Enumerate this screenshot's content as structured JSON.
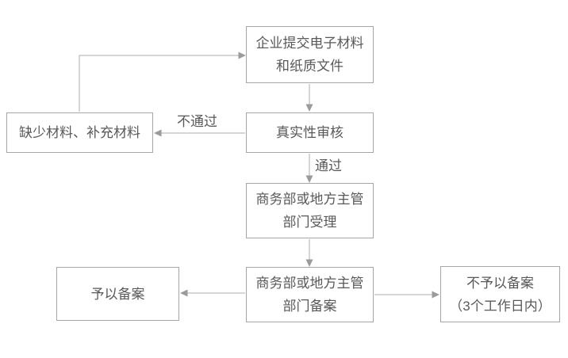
{
  "colors": {
    "background": "#ffffff",
    "box_border": "#a6a6a6",
    "box_fill": "#ffffff",
    "text": "#595959",
    "connector_line": "#adadad",
    "arrowhead": "#9b9b9b"
  },
  "chart_data": {
    "type": "flowchart",
    "title": "",
    "nodes": [
      {
        "id": "submit",
        "text": "企业提交电子材料 和纸质文件"
      },
      {
        "id": "review",
        "text": "真实性审核"
      },
      {
        "id": "missing",
        "text": "缺少材料、补充材料"
      },
      {
        "id": "accept",
        "text": "商务部或地方主管 部门受理"
      },
      {
        "id": "filing",
        "text": "商务部或地方主管 部门备案"
      },
      {
        "id": "granted",
        "text": "予以备案"
      },
      {
        "id": "denied",
        "text": "不予以备案 （3个工作日内）"
      }
    ],
    "edges": [
      {
        "from": "submit",
        "to": "review",
        "label": ""
      },
      {
        "from": "review",
        "to": "missing",
        "label": "不通过"
      },
      {
        "from": "missing",
        "to": "submit",
        "label": ""
      },
      {
        "from": "review",
        "to": "accept",
        "label": "通过"
      },
      {
        "from": "accept",
        "to": "filing",
        "label": ""
      },
      {
        "from": "filing",
        "to": "granted",
        "label": ""
      },
      {
        "from": "filing",
        "to": "denied",
        "label": ""
      }
    ]
  },
  "flowchart": {
    "nodes": {
      "submit": {
        "lines": [
          "企业提交电子材料",
          "和纸质文件"
        ]
      },
      "review": {
        "lines": [
          "真实性审核"
        ]
      },
      "missing": {
        "lines": [
          "缺少材料、补充材料"
        ]
      },
      "accept": {
        "lines": [
          "商务部或地方主管",
          "部门受理"
        ]
      },
      "filing": {
        "lines": [
          "商务部或地方主管",
          "部门备案"
        ]
      },
      "granted": {
        "lines": [
          "予以备案"
        ]
      },
      "denied": {
        "lines": [
          "不予以备案",
          "（3个工作日内）"
        ]
      }
    },
    "edge_labels": {
      "fail": "不通过",
      "pass": "通过"
    }
  }
}
